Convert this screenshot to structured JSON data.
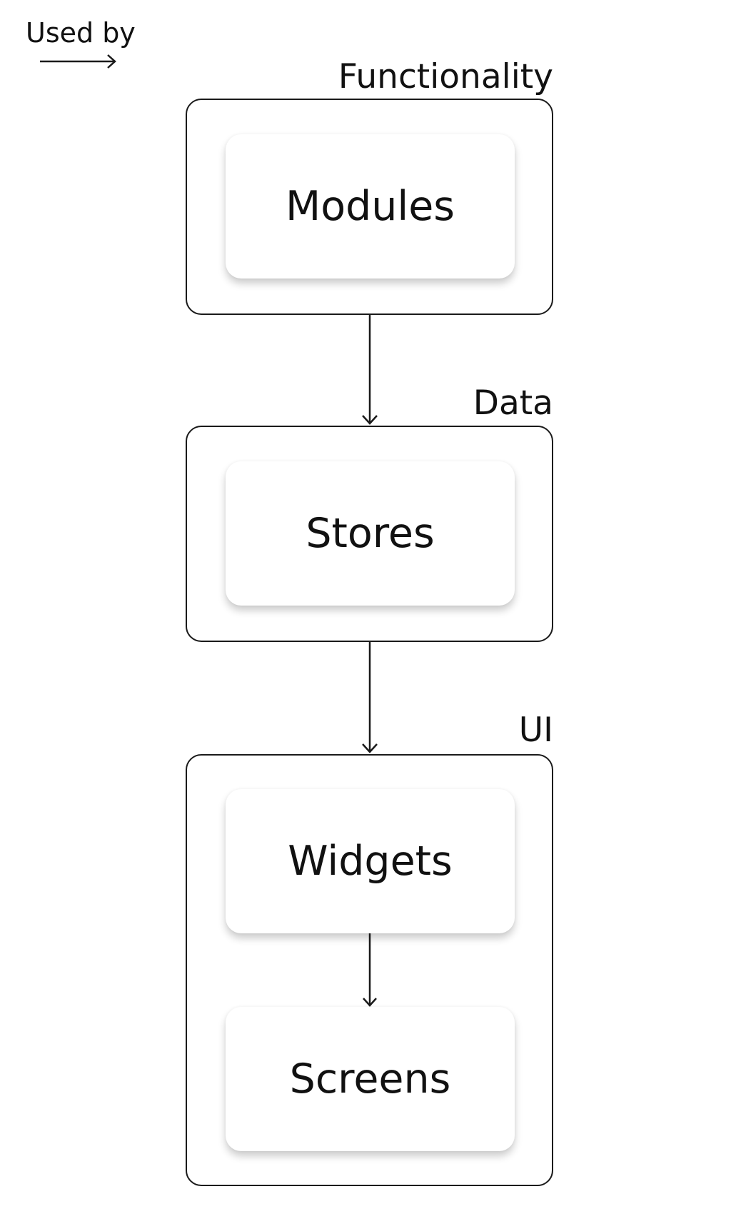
{
  "legend": {
    "label": "Used by"
  },
  "groups": [
    {
      "label": "Functionality",
      "items": [
        "Modules"
      ]
    },
    {
      "label": "Data",
      "items": [
        "Stores"
      ]
    },
    {
      "label": "UI",
      "items": [
        "Widgets",
        "Screens"
      ]
    }
  ],
  "colors": {
    "stroke": "#1a1a1a",
    "card_background": "#ffffff",
    "background": "#ffffff"
  }
}
